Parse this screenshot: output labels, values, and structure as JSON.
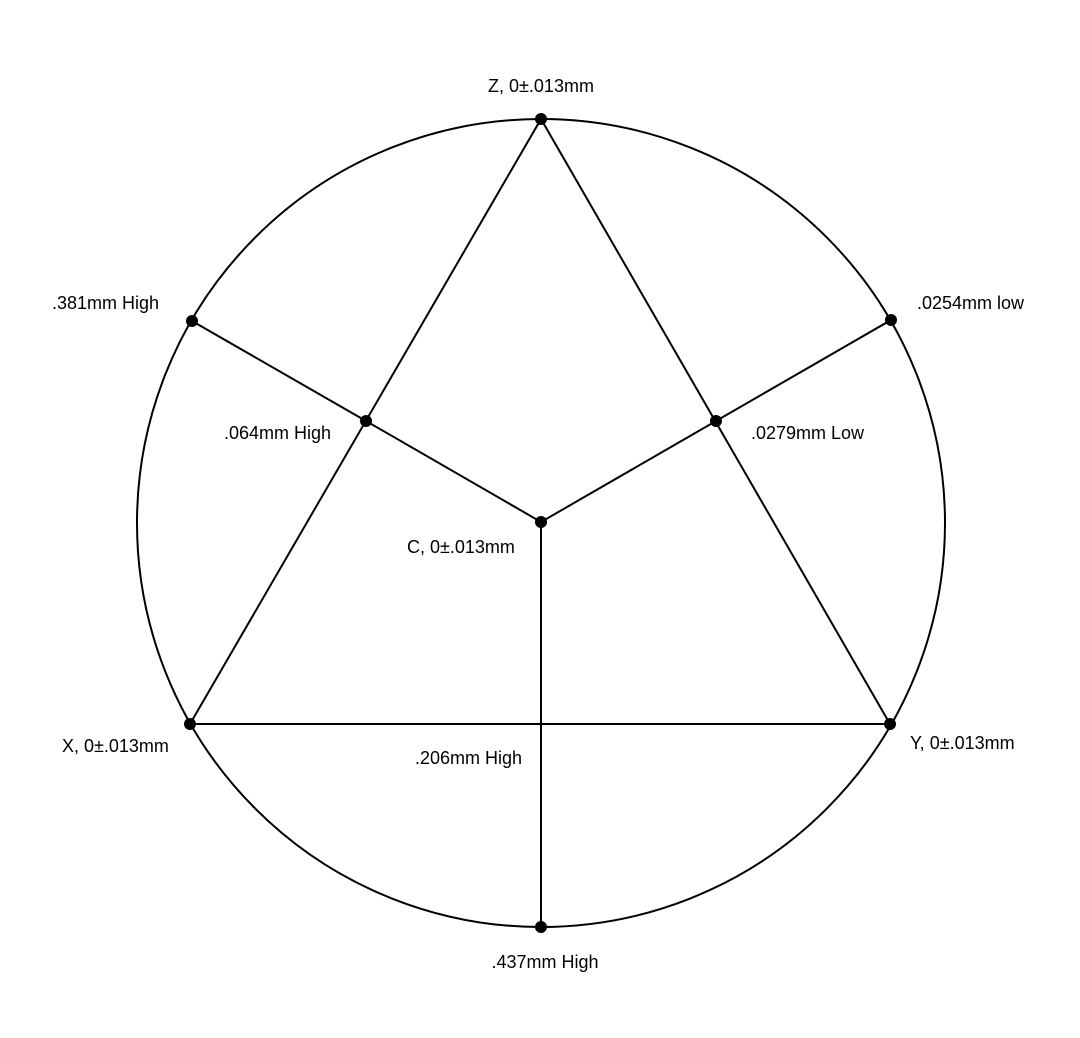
{
  "labels": {
    "z": "Z, 0±.013mm",
    "upper_left": ".381mm High",
    "upper_right": ".0254mm low",
    "mid_left": ".064mm High",
    "mid_right": ".0279mm Low",
    "center": "C, 0±.013mm",
    "x": "X, 0±.013mm",
    "y": "Y, 0±.013mm",
    "bottom_mid": ".206mm High",
    "bottom": ".437mm High"
  },
  "colors": {
    "line": "#000000",
    "background": "#ffffff"
  }
}
